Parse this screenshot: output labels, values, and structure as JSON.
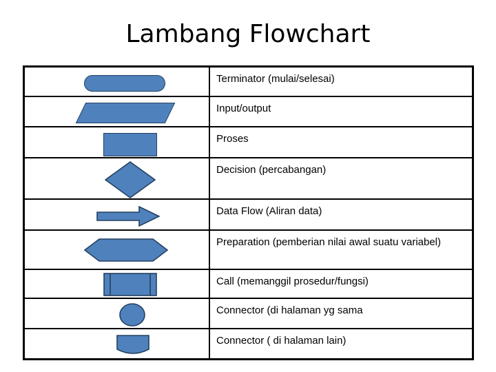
{
  "slide": {
    "title": "Lambang Flowchart",
    "background_color": "#ffffff",
    "shape_fill_color": "#4f81bd",
    "shape_outline_color": "#24405e",
    "border_color": "#000000"
  },
  "legend_table": {
    "column_headers": [
      "",
      ""
    ],
    "rows": [
      {
        "symbol": "terminator-shape",
        "label": "Terminator (mulai/selesai)"
      },
      {
        "symbol": "input-output-shape",
        "label": "Input/output"
      },
      {
        "symbol": "process-shape",
        "label": "Proses"
      },
      {
        "symbol": "decision-shape",
        "label": "Decision (percabangan)"
      },
      {
        "symbol": "data-flow-arrow-shape",
        "label": "Data Flow (Aliran data)"
      },
      {
        "symbol": "preparation-shape",
        "label": "Preparation (pemberian nilai awal suatu variabel)"
      },
      {
        "symbol": "call-predefined-process-shape",
        "label": "Call (memanggil prosedur/fungsi)"
      },
      {
        "symbol": "connector-same-page-shape",
        "label": "Connector (di halaman yg sama"
      },
      {
        "symbol": "connector-other-page-shape",
        "label": "Connector ( di halaman lain)"
      }
    ]
  }
}
